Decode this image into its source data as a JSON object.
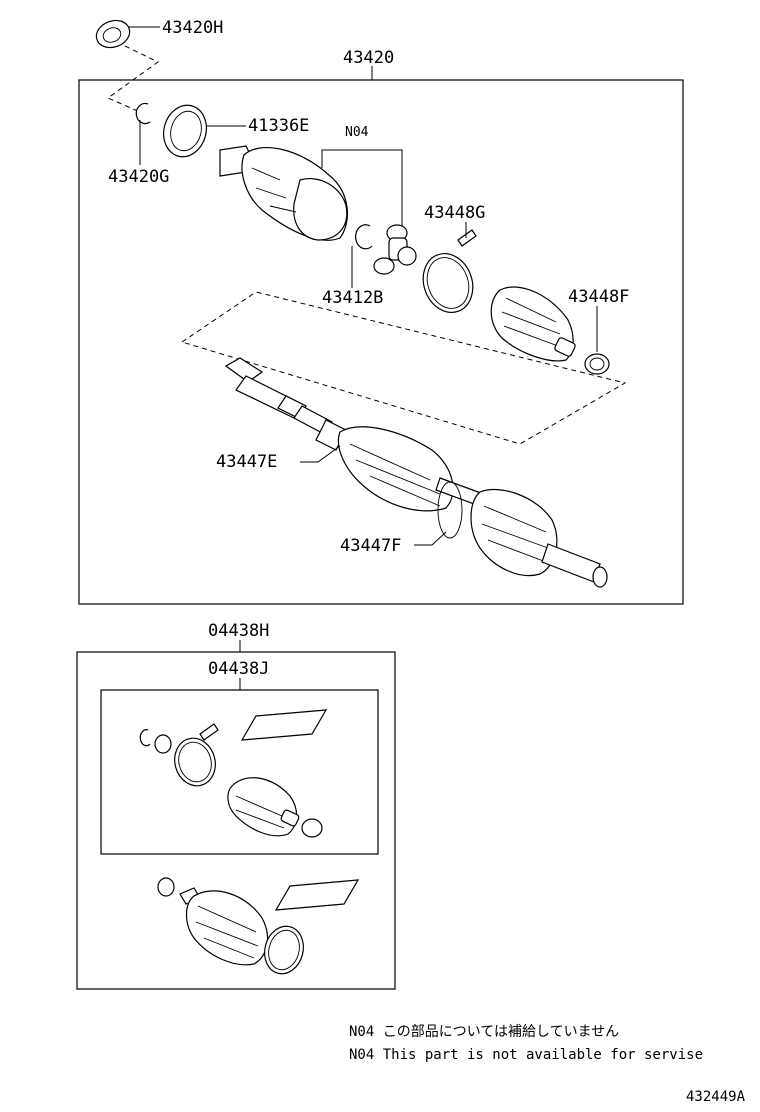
{
  "labels": {
    "p43420H": "43420H",
    "p43420": "43420",
    "p41336E": "41336E",
    "pN04": "N04",
    "p43420G": "43420G",
    "p43448G": "43448G",
    "p43412B": "43412B",
    "p43448F": "43448F",
    "p43447E": "43447E",
    "p43447F": "43447F",
    "p04438H": "04438H",
    "p04438J": "04438J"
  },
  "notes": {
    "jp": "N04 この部品については補給していません",
    "en": "N04 This part is not available for servise"
  },
  "figure_id": "432449A"
}
